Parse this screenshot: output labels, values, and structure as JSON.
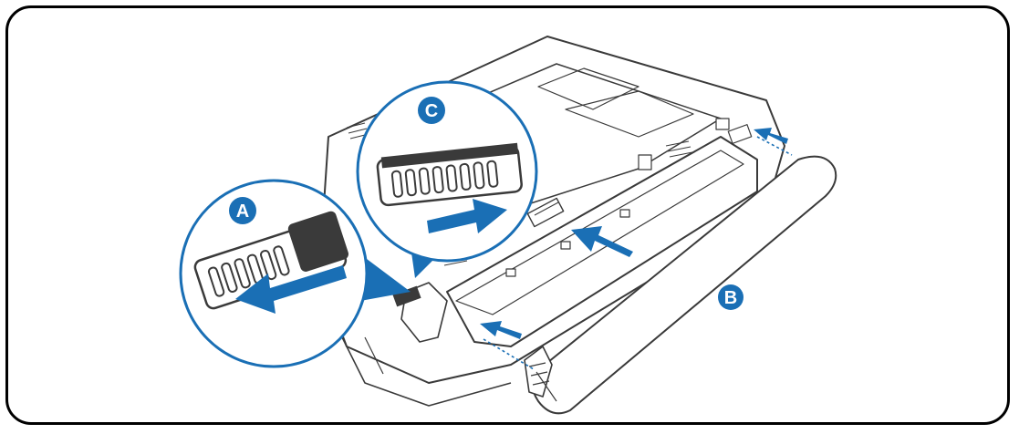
{
  "labels": {
    "a": "A",
    "b": "B",
    "c": "C"
  },
  "colors": {
    "accent": "#1a6fb5",
    "outline": "#3a3a3a",
    "frame": "#000000"
  },
  "icons": {
    "arrow": "arrow-icon",
    "latch": "latch-icon",
    "callout": "magnifier-callout"
  }
}
